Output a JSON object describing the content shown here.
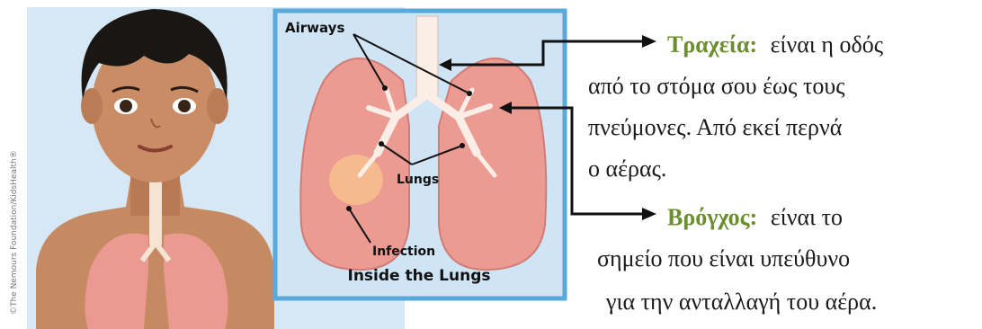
{
  "illustration": {
    "copyright": "©The Nemours Foundation/KidsHealth®",
    "inset_labels": {
      "airways": "Airways",
      "lungs": "Lungs",
      "infection": "Infection",
      "caption": "Inside the Lungs"
    }
  },
  "annotations": {
    "trachea": {
      "term": "Τραχεία:",
      "lines": [
        "είναι η οδός",
        "από το στόμα σου έως τους",
        "πνεύμονες. Από εκεί περνά",
        "ο αέρας."
      ]
    },
    "bronchus": {
      "term": "Βρόγχος:",
      "lines": [
        "είναι το",
        "σημείο που είναι υπεύθυνο",
        "για την ανταλλαγή του αέρα."
      ]
    }
  },
  "colors": {
    "panel_bg": "#d6e8f5",
    "inset_border": "#5aa9dc",
    "inset_bg": "#cfe4f4",
    "lung": "#ec9b93",
    "skin": "#c68a62",
    "hair": "#1a1614",
    "term_green": "#6b8e2e"
  }
}
